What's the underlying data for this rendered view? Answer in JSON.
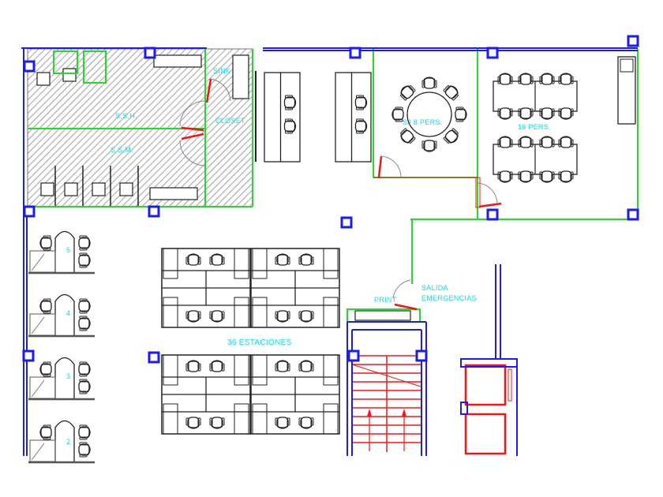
{
  "colors": {
    "wall": "#1a1aff",
    "partition": "#22dd22",
    "door": "#ff1010",
    "furniture": "#222222",
    "label": "#00e5f0",
    "hatch": "#777777"
  },
  "labels": {
    "ssh": "S.S.H.",
    "ssm": "S.S.M.",
    "sink": "SINK",
    "closet": "CLOSET",
    "meeting_round": "SJ 8 PERS.",
    "meeting_16": "16 PERS.",
    "workstations": "36 ESTACIONES",
    "exit": [
      "SALIDA",
      "EMERGENCIAS"
    ],
    "print": "PRINT"
  },
  "private_offices": [
    "5",
    "4",
    "3",
    "2"
  ]
}
